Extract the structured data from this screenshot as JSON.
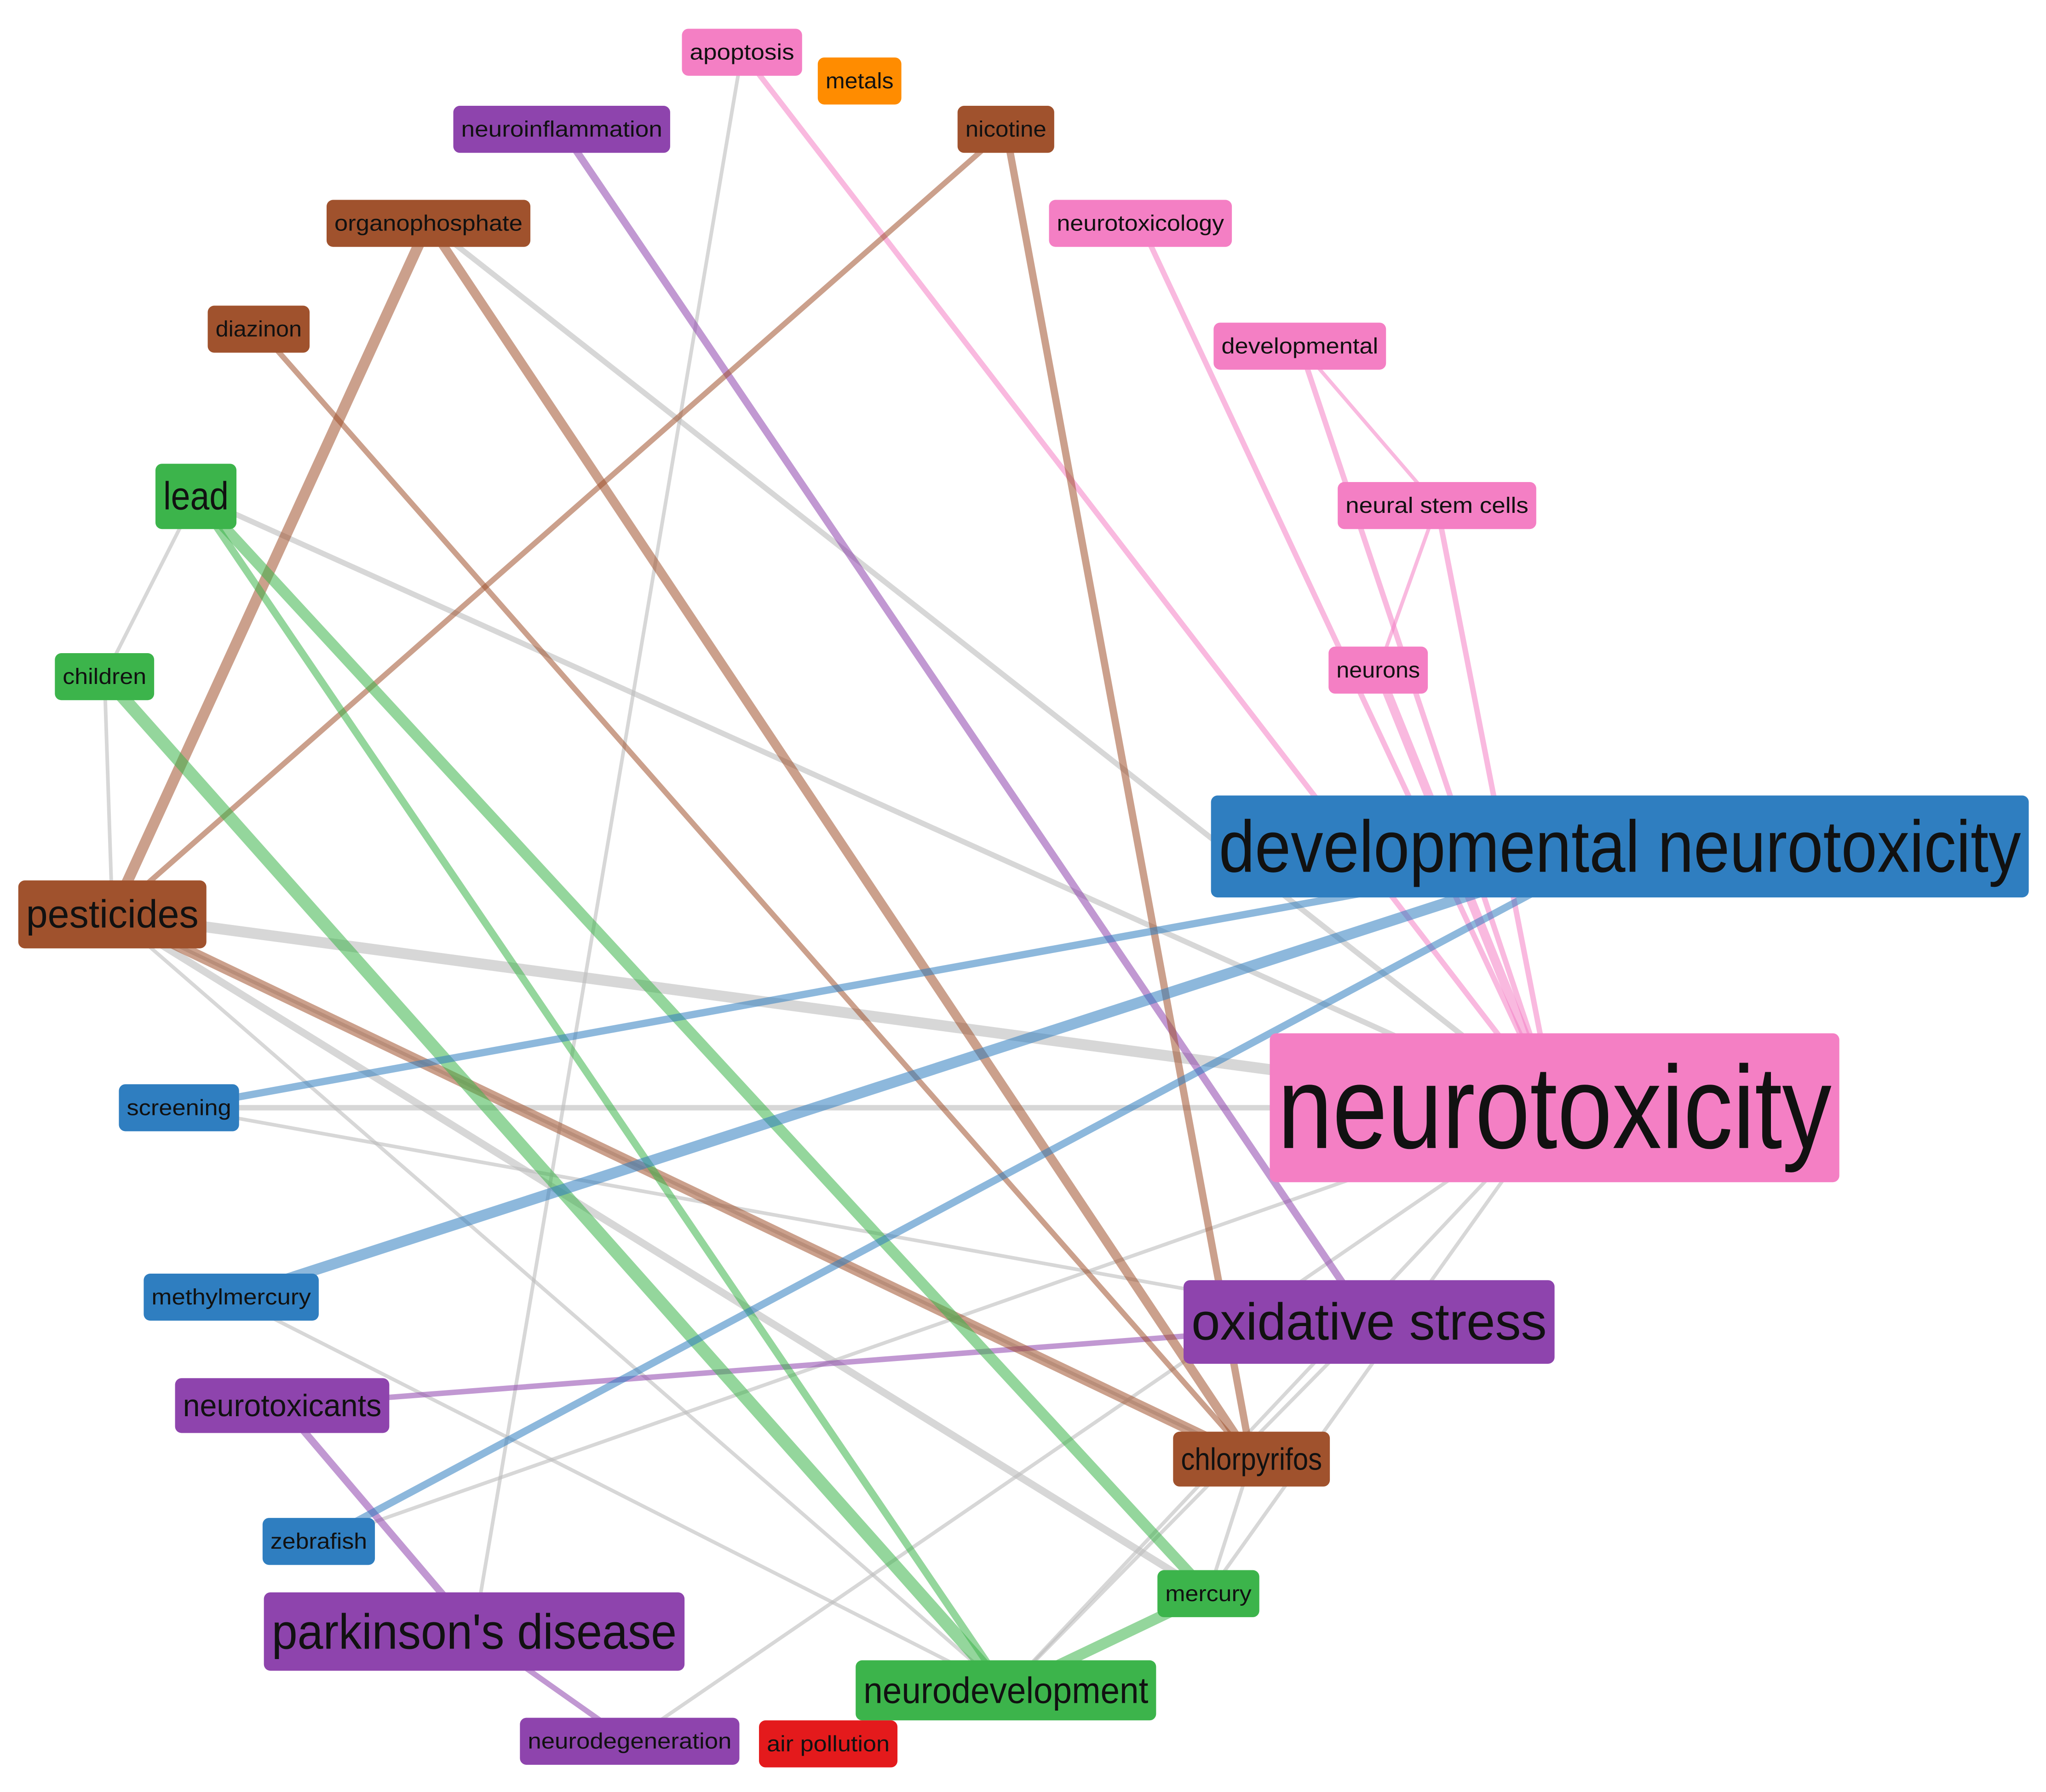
{
  "colors": {
    "pink": "#f47fc4",
    "blue": "#2f7ec0",
    "brown": "#a0522d",
    "green": "#3cb44b",
    "purple": "#8e44ad",
    "orange": "#ff8c00",
    "red": "#e41a1c",
    "gray": "#bdbdbd"
  },
  "nodes": [
    {
      "id": "apoptosis",
      "label": "apoptosis",
      "color": "pink"
    },
    {
      "id": "metals",
      "label": "metals",
      "color": "orange"
    },
    {
      "id": "neuroinflammation",
      "label": "neuroinflammation",
      "color": "purple"
    },
    {
      "id": "nicotine",
      "label": "nicotine",
      "color": "brown"
    },
    {
      "id": "organophosphate",
      "label": "organophosphate",
      "color": "brown"
    },
    {
      "id": "neurotoxicology",
      "label": "neurotoxicology",
      "color": "pink"
    },
    {
      "id": "diazinon",
      "label": "diazinon",
      "color": "brown"
    },
    {
      "id": "developmental",
      "label": "developmental",
      "color": "pink"
    },
    {
      "id": "lead",
      "label": "lead",
      "color": "green"
    },
    {
      "id": "neural-stem-cells",
      "label": "neural stem cells",
      "color": "pink"
    },
    {
      "id": "children",
      "label": "children",
      "color": "green"
    },
    {
      "id": "neurons",
      "label": "neurons",
      "color": "pink"
    },
    {
      "id": "developmental-neurotoxicity",
      "label": "developmental neurotoxicity",
      "color": "blue"
    },
    {
      "id": "pesticides",
      "label": "pesticides",
      "color": "brown"
    },
    {
      "id": "neurotoxicity",
      "label": "neurotoxicity",
      "color": "pink"
    },
    {
      "id": "screening",
      "label": "screening",
      "color": "blue"
    },
    {
      "id": "methylmercury",
      "label": "methylmercury",
      "color": "blue"
    },
    {
      "id": "oxidative-stress",
      "label": "oxidative stress",
      "color": "purple"
    },
    {
      "id": "neurotoxicants",
      "label": "neurotoxicants",
      "color": "purple"
    },
    {
      "id": "chlorpyrifos",
      "label": "chlorpyrifos",
      "color": "brown"
    },
    {
      "id": "zebrafish",
      "label": "zebrafish",
      "color": "blue"
    },
    {
      "id": "mercury",
      "label": "mercury",
      "color": "green"
    },
    {
      "id": "parkinsons-disease",
      "label": "parkinson's disease",
      "color": "purple"
    },
    {
      "id": "neurodevelopment",
      "label": "neurodevelopment",
      "color": "green"
    },
    {
      "id": "neurodegeneration",
      "label": "neurodegeneration",
      "color": "purple"
    },
    {
      "id": "air-pollution",
      "label": "air pollution",
      "color": "red"
    }
  ],
  "edges": [
    {
      "source": "pesticides",
      "target": "neurotoxicity",
      "weight": 3,
      "color": "gray"
    },
    {
      "source": "lead",
      "target": "neurotoxicity",
      "weight": 1.5,
      "color": "gray"
    },
    {
      "source": "screening",
      "target": "neurotoxicity",
      "weight": 1.5,
      "color": "gray"
    },
    {
      "source": "organophosphate",
      "target": "neurotoxicity",
      "weight": 1.5,
      "color": "gray"
    },
    {
      "source": "pesticides",
      "target": "mercury",
      "weight": 2,
      "color": "gray"
    },
    {
      "source": "pesticides",
      "target": "chlorpyrifos",
      "weight": 1,
      "color": "gray"
    },
    {
      "source": "pesticides",
      "target": "neurodevelopment",
      "weight": 1,
      "color": "gray"
    },
    {
      "source": "lead",
      "target": "children",
      "weight": 1,
      "color": "gray"
    },
    {
      "source": "children",
      "target": "pesticides",
      "weight": 1,
      "color": "gray"
    },
    {
      "source": "apoptosis",
      "target": "parkinsons-disease",
      "weight": 1,
      "color": "gray"
    },
    {
      "source": "neurotoxicity",
      "target": "zebrafish",
      "weight": 1,
      "color": "gray"
    },
    {
      "source": "neurotoxicity",
      "target": "mercury",
      "weight": 1,
      "color": "gray"
    },
    {
      "source": "neurotoxicity",
      "target": "neurodevelopment",
      "weight": 1,
      "color": "gray"
    },
    {
      "source": "neurotoxicity",
      "target": "neurodegeneration",
      "weight": 1,
      "color": "gray"
    },
    {
      "source": "methylmercury",
      "target": "neurodevelopment",
      "weight": 1,
      "color": "gray"
    },
    {
      "source": "screening",
      "target": "oxidative-stress",
      "weight": 1,
      "color": "gray"
    },
    {
      "source": "oxidative-stress",
      "target": "neurodevelopment",
      "weight": 1,
      "color": "gray"
    },
    {
      "source": "chlorpyrifos",
      "target": "mercury",
      "weight": 1,
      "color": "gray"
    },
    {
      "source": "apoptosis",
      "target": "neurotoxicity",
      "weight": 1.5,
      "color": "pink"
    },
    {
      "source": "neurotoxicology",
      "target": "neurotoxicity",
      "weight": 1.5,
      "color": "pink"
    },
    {
      "source": "developmental",
      "target": "neurotoxicity",
      "weight": 1.5,
      "color": "pink"
    },
    {
      "source": "neural-stem-cells",
      "target": "neurotoxicity",
      "weight": 1.5,
      "color": "pink"
    },
    {
      "source": "neurons",
      "target": "neurotoxicity",
      "weight": 2.5,
      "color": "pink"
    },
    {
      "source": "neural-stem-cells",
      "target": "neurons",
      "weight": 1,
      "color": "pink"
    },
    {
      "source": "developmental",
      "target": "neural-stem-cells",
      "weight": 1,
      "color": "pink"
    },
    {
      "source": "neuroinflammation",
      "target": "oxidative-stress",
      "weight": 2,
      "color": "purple"
    },
    {
      "source": "neurotoxicants",
      "target": "oxidative-stress",
      "weight": 1.5,
      "color": "purple"
    },
    {
      "source": "neurotoxicants",
      "target": "parkinsons-disease",
      "weight": 2,
      "color": "purple"
    },
    {
      "source": "parkinsons-disease",
      "target": "neurodegeneration",
      "weight": 1.5,
      "color": "purple"
    },
    {
      "source": "nicotine",
      "target": "pesticides",
      "weight": 1.5,
      "color": "brown"
    },
    {
      "source": "nicotine",
      "target": "chlorpyrifos",
      "weight": 2,
      "color": "brown"
    },
    {
      "source": "organophosphate",
      "target": "pesticides",
      "weight": 3,
      "color": "brown"
    },
    {
      "source": "organophosphate",
      "target": "chlorpyrifos",
      "weight": 2.5,
      "color": "brown"
    },
    {
      "source": "diazinon",
      "target": "chlorpyrifos",
      "weight": 1.5,
      "color": "brown"
    },
    {
      "source": "pesticides",
      "target": "chlorpyrifos",
      "weight": 3,
      "color": "brown"
    },
    {
      "source": "lead",
      "target": "mercury",
      "weight": 3,
      "color": "green"
    },
    {
      "source": "lead",
      "target": "neurodevelopment",
      "weight": 2,
      "color": "green"
    },
    {
      "source": "children",
      "target": "neurodevelopment",
      "weight": 3.5,
      "color": "green"
    },
    {
      "source": "mercury",
      "target": "neurodevelopment",
      "weight": 3,
      "color": "green"
    },
    {
      "source": "screening",
      "target": "developmental-neurotoxicity",
      "weight": 2,
      "color": "blue"
    },
    {
      "source": "methylmercury",
      "target": "developmental-neurotoxicity",
      "weight": 3,
      "color": "blue"
    },
    {
      "source": "zebrafish",
      "target": "developmental-neurotoxicity",
      "weight": 2,
      "color": "blue"
    }
  ]
}
